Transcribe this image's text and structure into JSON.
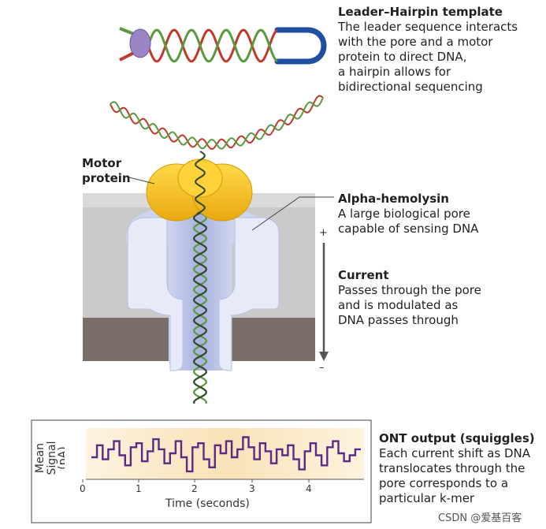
{
  "annotations": {
    "leader_title": "Leader–Hairpin template",
    "leader_lines": [
      "The leader sequence interacts",
      "with the pore and a motor",
      "protein to direct DNA,",
      "a hairpin allows for",
      "bidirectional sequencing"
    ],
    "motor_lines": [
      "Motor",
      "protein"
    ],
    "hemolysin_title": "Alpha-hemolysin",
    "hemolysin_lines": [
      "A large biological pore",
      "capable of sensing DNA"
    ],
    "current_title": "Current",
    "current_lines": [
      "Passes through the pore",
      "and is modulated as",
      "DNA passes through"
    ],
    "plus": "+",
    "minus": "–",
    "ont_title": "ONT output (squiggles)",
    "ont_lines": [
      "Each current shift as DNA",
      "translocates through the",
      "pore corresponds to a",
      "particular k-mer"
    ]
  },
  "plot": {
    "ylabel_lines": [
      "Mean",
      "Signal",
      "(pA)"
    ],
    "xlabel": "Time (seconds)",
    "xticks": [
      "0",
      "1",
      "2",
      "3",
      "4"
    ]
  },
  "watermark": "CSDN @爱基百客",
  "colors": {
    "motor": "#f6c21a",
    "pore": "#d5def0",
    "membrane_top": "#c8c8c8",
    "membrane_bottom": "#7a6e69",
    "dna_red": "#c0392b",
    "dna_green": "#5a9a3f",
    "hairpin": "#1f4fa0",
    "squiggle": "#5b2a86",
    "plot_bg": "#fbe9c6"
  }
}
